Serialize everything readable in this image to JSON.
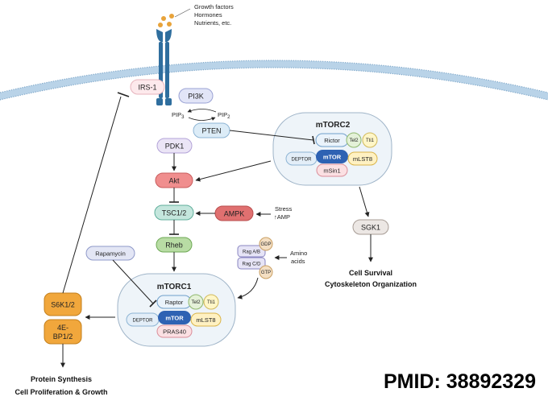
{
  "stimuli": {
    "line1": "Growth factors",
    "line2": "Hormones",
    "line3": "Nutrients, etc."
  },
  "nodes": {
    "irs1": "IRS-1",
    "pi3k": "PI3K",
    "pip3": "PIP",
    "pip3_sub": "3",
    "pip2": "PIP",
    "pip2_sub": "2",
    "pten": "PTEN",
    "pdk1": "PDK1",
    "akt": "Akt",
    "tsc12": "TSC1/2",
    "ampk": "AMPK",
    "stress": "Stress",
    "amp": "↑AMP",
    "rheb": "Rheb",
    "rapamycin": "Rapamycin",
    "sgk1": "SGK1",
    "s6k12": "S6K1/2",
    "ebp_line1": "4E-",
    "ebp_line2": "BP1/2",
    "rag_ab": "Rag A/B",
    "rag_cd": "Rag C/D",
    "gdp": "GDP",
    "gtp": "GTP",
    "amino_line1": "Amino",
    "amino_line2": "acids"
  },
  "mtorc2": {
    "title": "mTORC2",
    "rictor": "Rictor",
    "tel2": "Tel2",
    "tti1": "Tti1",
    "mtor": "mTOR",
    "deptor": "DEPTOR",
    "mlst8": "mLST8",
    "msin1": "mSin1"
  },
  "mtorc1": {
    "title": "mTORC1",
    "raptor": "Raptor",
    "tel2": "Tel2",
    "tti1": "Tti1",
    "mtor": "mTOR",
    "deptor": "DEPTOR",
    "mlst8": "mLST8",
    "pras40": "PRAS40"
  },
  "outcomes": {
    "mtorc2_line1": "Cell Survival",
    "mtorc2_line2": "Cytoskeleton Organization",
    "mtorc1_line1": "Protein Synthesis",
    "mtorc1_line2": "Cell Proliferation & Growth"
  },
  "pmid": "PMID: 38892329",
  "colors": {
    "membrane": "#b9d3e8",
    "receptor": "#2f6e9e",
    "ligand": "#e8a33a",
    "complex_fill": "#eef4f9",
    "mtor": "#2e62b3",
    "akt": "#f08e8e",
    "ampk": "#e07070",
    "tsc": "#c4e6dd",
    "rheb": "#b8dca4",
    "orange": "#f1a73c"
  }
}
